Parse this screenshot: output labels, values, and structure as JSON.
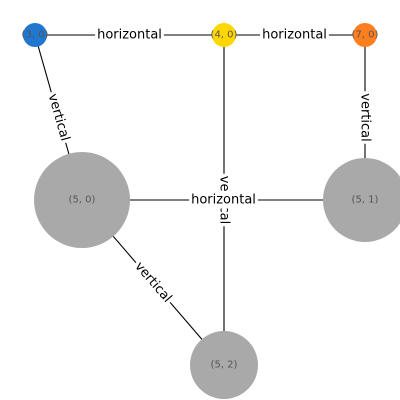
{
  "nodes": [
    {
      "id": "n30",
      "label": "(3, 0)",
      "color": "#1f77d0"
    },
    {
      "id": "n40",
      "label": "(4, 0)",
      "color": "#ffd700"
    },
    {
      "id": "n70",
      "label": "(7, 0)",
      "color": "#ff7f1e"
    },
    {
      "id": "n50",
      "label": "(5, 0)",
      "color": "#a9a9a9"
    },
    {
      "id": "n51",
      "label": "(5, 1)",
      "color": "#a9a9a9"
    },
    {
      "id": "n52",
      "label": "(5, 2)",
      "color": "#a9a9a9"
    }
  ],
  "edges": [
    {
      "id": "e1",
      "source": "n30",
      "target": "n40",
      "label": "horizontal"
    },
    {
      "id": "e2",
      "source": "n40",
      "target": "n70",
      "label": "horizontal"
    },
    {
      "id": "e3",
      "source": "n30",
      "target": "n50",
      "label": "vertical"
    },
    {
      "id": "e4",
      "source": "n70",
      "target": "n51",
      "label": "vertical"
    },
    {
      "id": "e5",
      "source": "n40",
      "target": "n52",
      "label": "vertical"
    },
    {
      "id": "e6",
      "source": "n50",
      "target": "n51",
      "label": "horizontal"
    },
    {
      "id": "e7",
      "source": "n50",
      "target": "n52",
      "label": "vertical"
    }
  ]
}
